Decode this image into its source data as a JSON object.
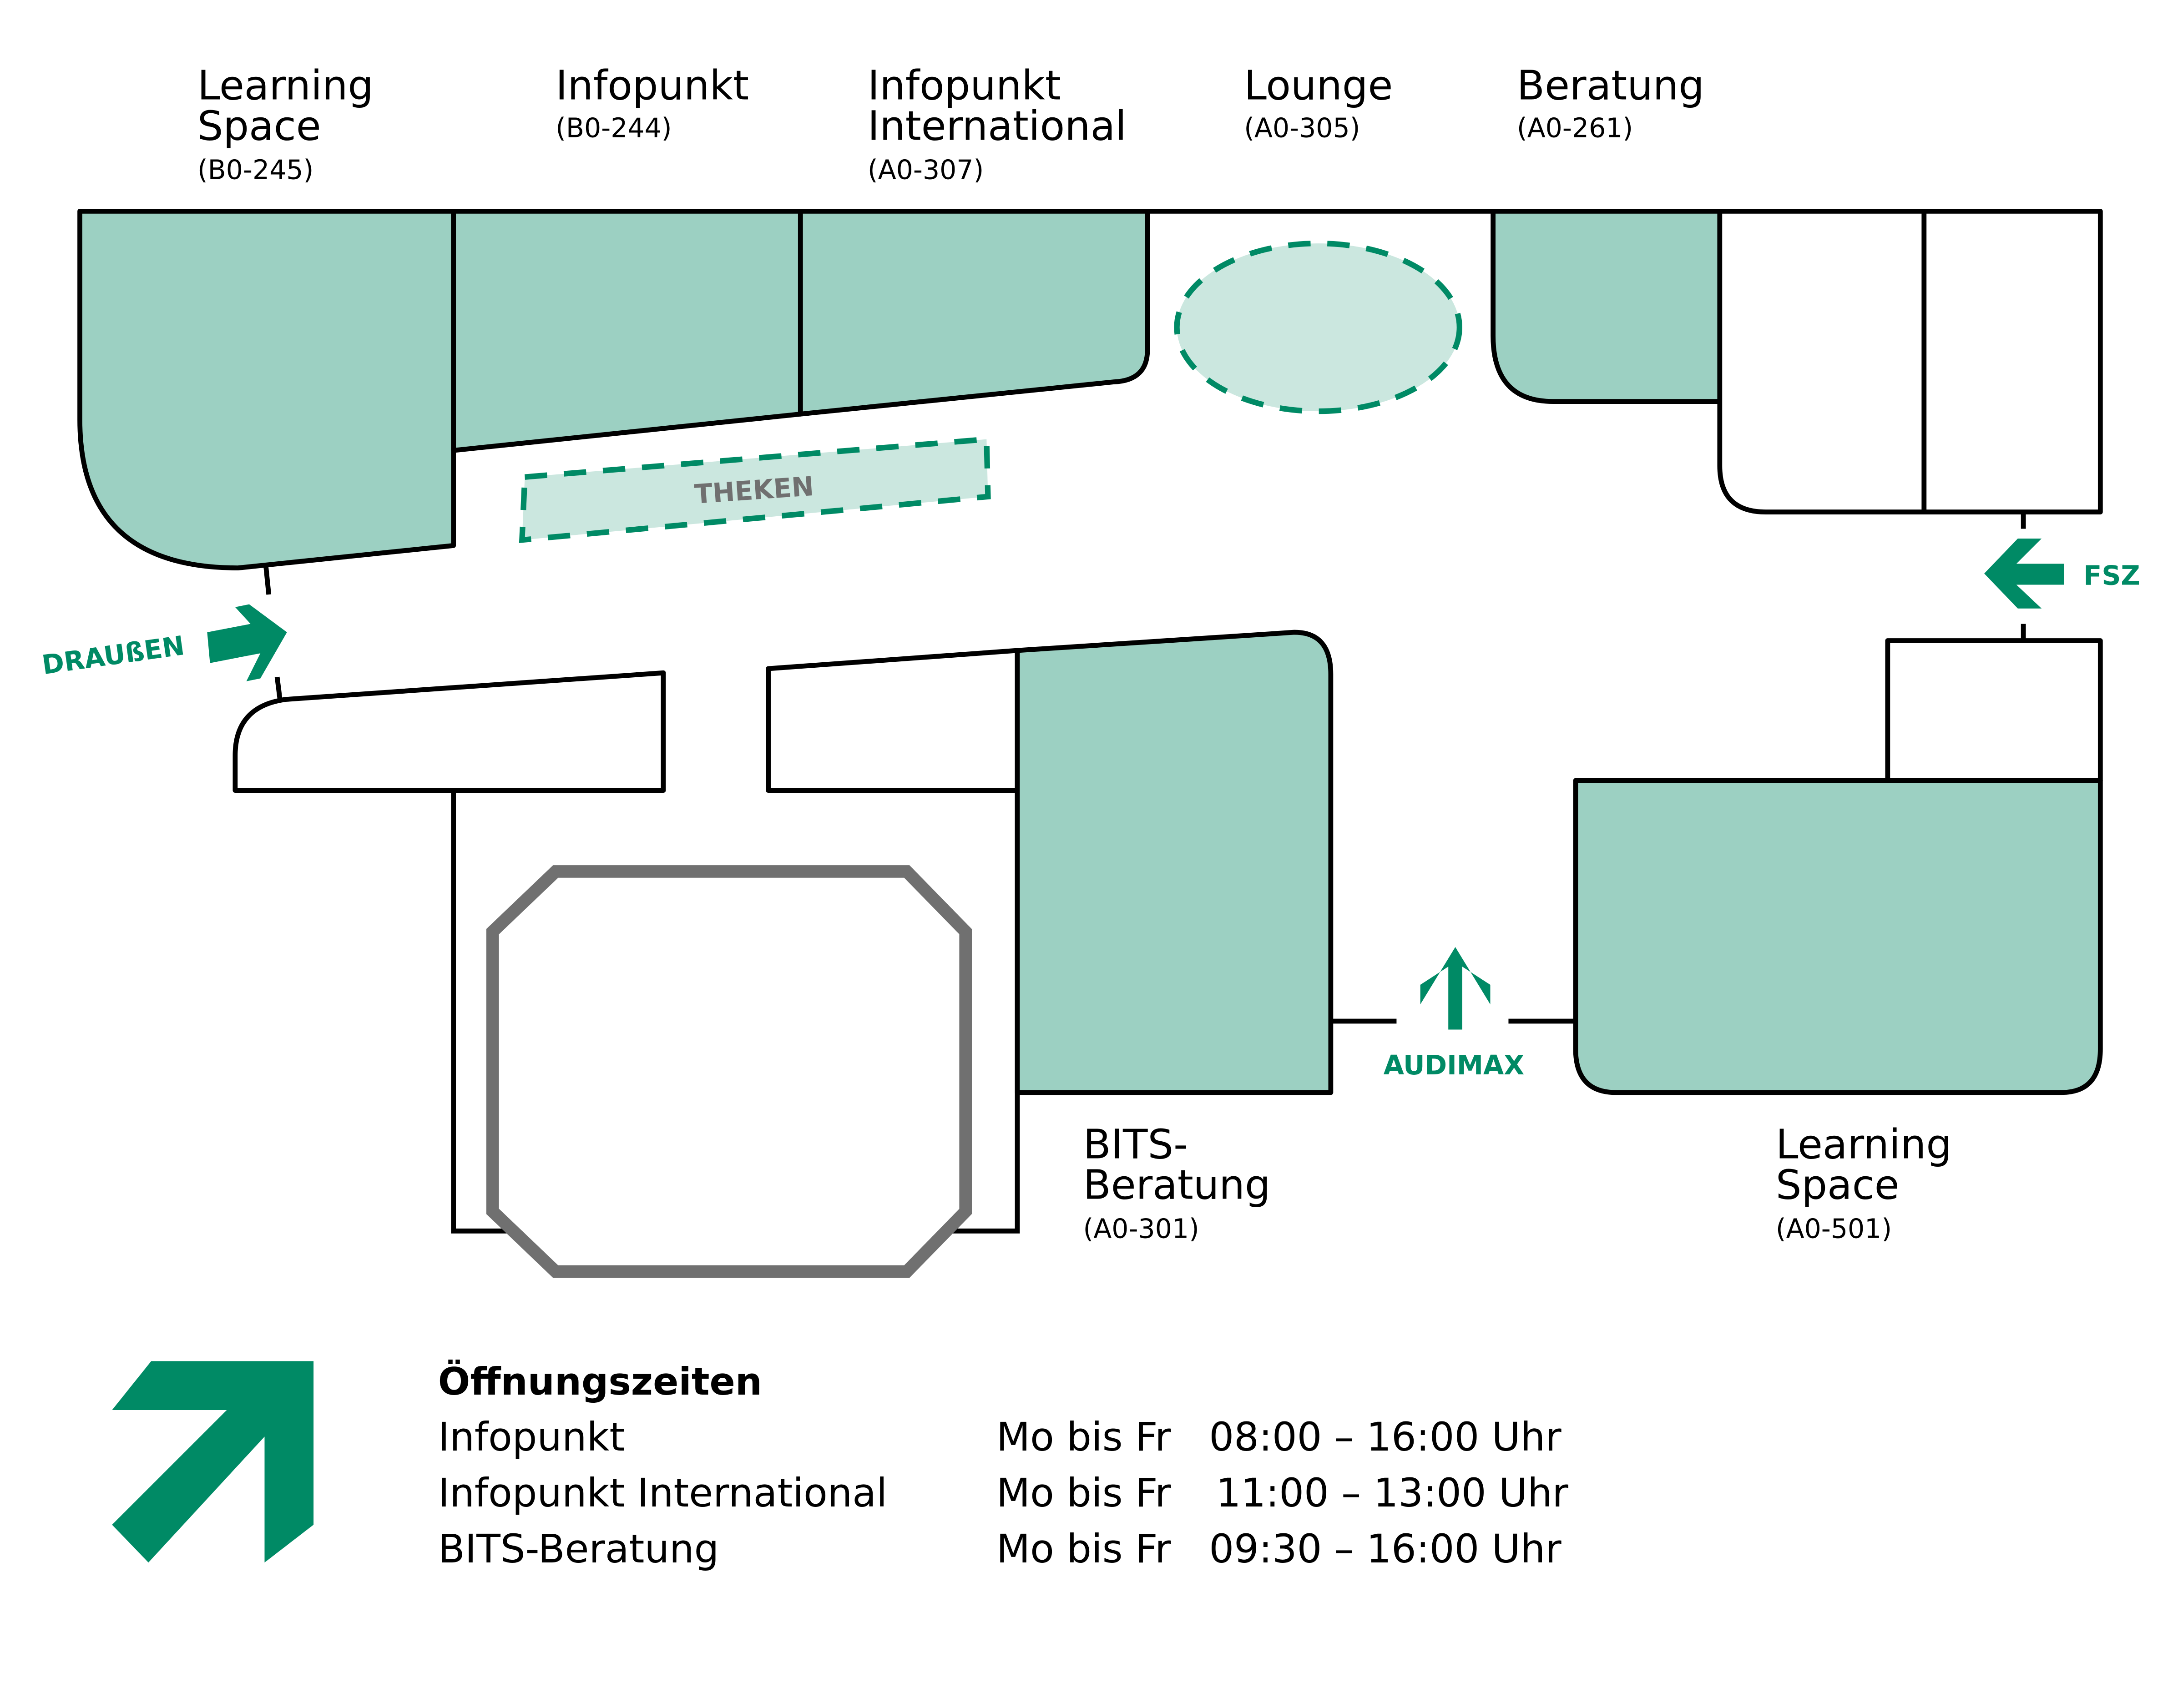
{
  "colors": {
    "room_fill": "#9cd0c2",
    "feature_fill": "#cbe7df",
    "accent_green": "#008a65",
    "outline": "#000000",
    "grey": "#707070"
  },
  "rooms": {
    "learning_space_top": {
      "name_line1": "Learning",
      "name_line2": "Space",
      "code": "(B0-245)"
    },
    "infopunkt": {
      "name_line1": "Infopunkt",
      "code": "(B0-244)"
    },
    "infopunkt_international": {
      "name_line1": "Infopunkt",
      "name_line2": "International",
      "code": "(A0-307)"
    },
    "lounge": {
      "name_line1": "Lounge",
      "code": "(A0-305)"
    },
    "beratung": {
      "name_line1": "Beratung",
      "code": "(A0-261)"
    },
    "bits_beratung": {
      "name_line1": "BITS-",
      "name_line2": "Beratung",
      "code": "(A0-301)"
    },
    "learning_space_bottom": {
      "name_line1": "Learning",
      "name_line2": "Space",
      "code": "(A0-501)"
    }
  },
  "features": {
    "theken": "THEKEN"
  },
  "directions": {
    "draussen": "DRAUßEN",
    "fsz": "FSZ",
    "audimax": "AUDIMAX"
  },
  "hours": {
    "title": "Öffnungszeiten",
    "rows": [
      {
        "place": "Infopunkt",
        "days": "Mo bis Fr",
        "time": "08:00 – 16:00 Uhr"
      },
      {
        "place": "Infopunkt International",
        "days": "Mo bis Fr",
        "time": "11:00 – 13:00 Uhr"
      },
      {
        "place": "BITS-Beratung",
        "days": "Mo bis Fr",
        "time": "09:30 – 16:00 Uhr"
      }
    ]
  }
}
